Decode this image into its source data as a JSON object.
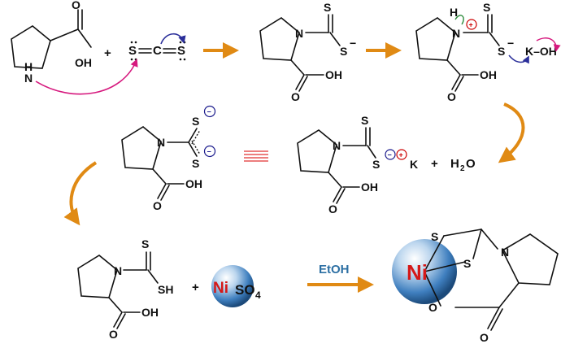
{
  "atoms": {
    "S": "S",
    "C": "C",
    "N": "N",
    "H": "H",
    "O": "O",
    "OH": "OH",
    "SH": "SH",
    "K": "K",
    "K_OH": "K–OH",
    "Ni": "Ni",
    "SO": "SO",
    "four": "4",
    "two": "2",
    "H2O_H": "H",
    "H2O_O": "O"
  },
  "signs": {
    "plus": "+",
    "minus": "−",
    "plus_charge": "+",
    "minus_charge": "−"
  },
  "reagents": {
    "solvent": "EtOH"
  },
  "colors": {
    "reaction_arrow": "#e08a14",
    "curved_arrow_magenta": "#d6197e",
    "curved_arrow_blue": "#2b2f9a",
    "equivalence": "#e03030",
    "charge_ring": "#1a1a8c",
    "charge_plus_ring": "#cc0000",
    "ni_red": "#d51818",
    "sphere_blue": "#3f7fbf",
    "solvent_text": "#2c6fa3"
  }
}
